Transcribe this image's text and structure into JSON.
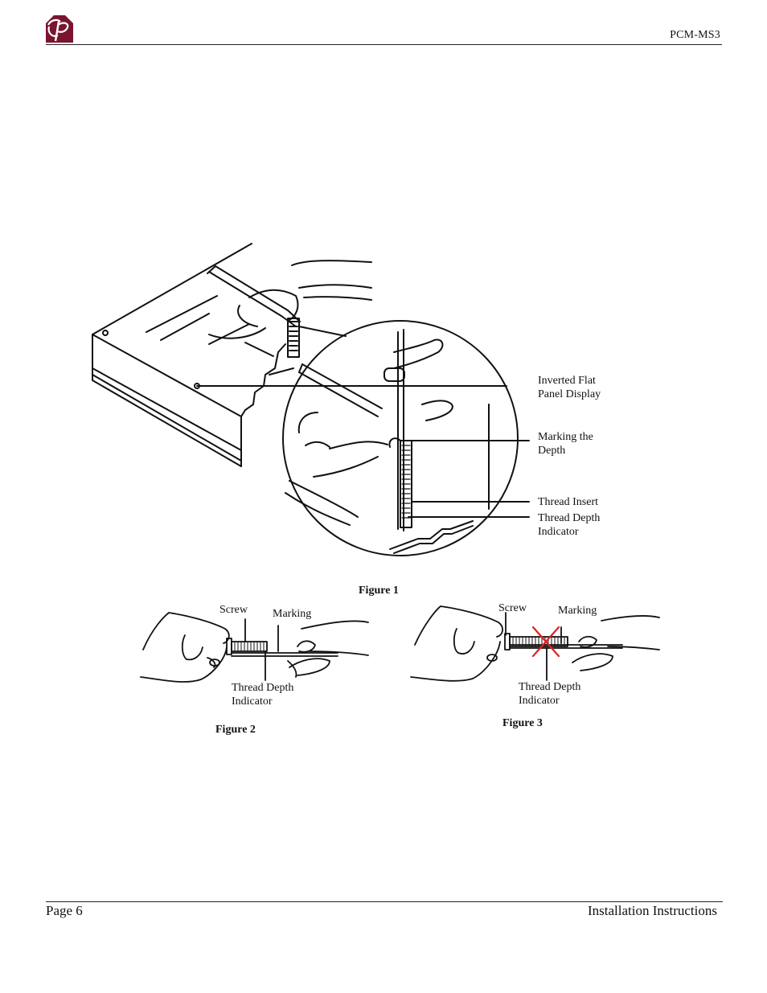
{
  "header": {
    "logo_letters": "CP",
    "model": "PCM-MS3"
  },
  "figure1": {
    "caption": "Figure 1",
    "callouts": {
      "inverted_display_1": "Inverted Flat",
      "inverted_display_2": "Panel Display",
      "marking_depth_1": "Marking the",
      "marking_depth_2": "Depth",
      "thread_insert": "Thread Insert",
      "thread_depth_1": "Thread Depth",
      "thread_depth_2": "Indicator"
    }
  },
  "figure2": {
    "caption": "Figure 2",
    "screw": "Screw",
    "marking": "Marking",
    "thread_depth_1": "Thread Depth",
    "thread_depth_2": "Indicator"
  },
  "figure3": {
    "caption": "Figure 3",
    "screw": "Screw",
    "marking": "Marking",
    "thread_depth_1": "Thread Depth",
    "thread_depth_2": "Indicator"
  },
  "footer": {
    "page": "Page 6",
    "title": "Installation Instructions"
  },
  "colors": {
    "brand": "#7a1530",
    "warning_x": "#e02020"
  }
}
